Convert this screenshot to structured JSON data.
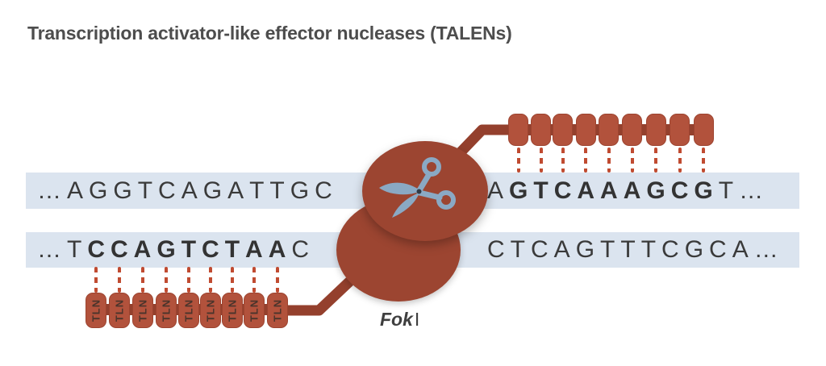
{
  "title": "Transcription activator-like effector nucleases (TALENs)",
  "strands": {
    "top": {
      "left": [
        {
          "t": "…AGGTCAGATTGC",
          "bold": false
        }
      ],
      "right": [
        {
          "t": "A",
          "bold": false
        },
        {
          "t": "GTCAAAGCG",
          "bold": true
        },
        {
          "t": "T…",
          "bold": false
        }
      ]
    },
    "bottom": {
      "left": [
        {
          "t": "…T",
          "bold": false
        },
        {
          "t": "CCAGTCTAA",
          "bold": true
        },
        {
          "t": "C",
          "bold": false
        }
      ],
      "right": [
        {
          "t": "CTCAGTTTCGCA…",
          "bold": false
        }
      ]
    }
  },
  "repeat_unit_label": "TLN",
  "enzyme_label": {
    "italic_part": "Fok",
    "regular_part": "I"
  },
  "colors": {
    "band": "#dbe4ef",
    "letter": "#3a3a3a",
    "pill": "#b2523c",
    "pill_border": "#9d4430",
    "bar": "#94402d",
    "ellipse": "#9c4531",
    "dash": "#c04b31",
    "scissors": "#8aa9c4",
    "title": "#4d4d4d"
  }
}
